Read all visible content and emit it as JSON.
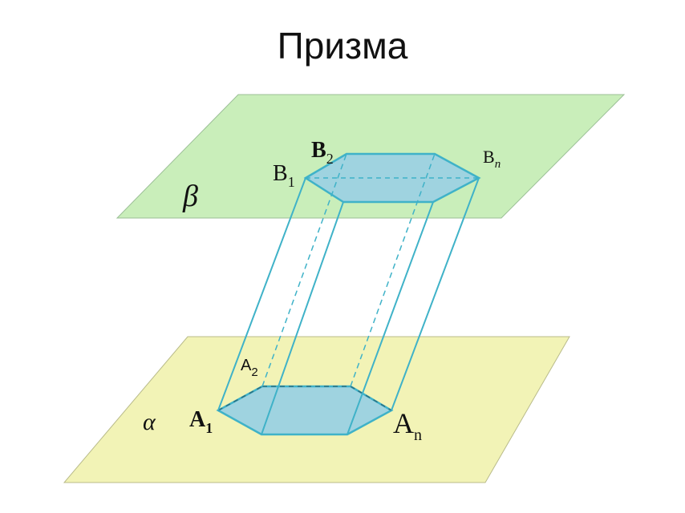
{
  "title": "Призма",
  "planes": {
    "top": {
      "label": "β",
      "color": "#c9eeba"
    },
    "bottom": {
      "label": "α",
      "color": "#f2f3b6"
    }
  },
  "prism": {
    "face_color": "#9fd3e0",
    "edge_color": "#3fb2c8"
  },
  "vertices": {
    "B1": {
      "main": "B",
      "sub": "1"
    },
    "B2": {
      "main": "B",
      "sub": "2"
    },
    "Bn": {
      "main": "B",
      "sub": "n"
    },
    "A1": {
      "main": "A",
      "sub": "1"
    },
    "A2": {
      "main": "A",
      "sub": "2"
    },
    "An": {
      "main": "A",
      "sub": "n"
    }
  }
}
